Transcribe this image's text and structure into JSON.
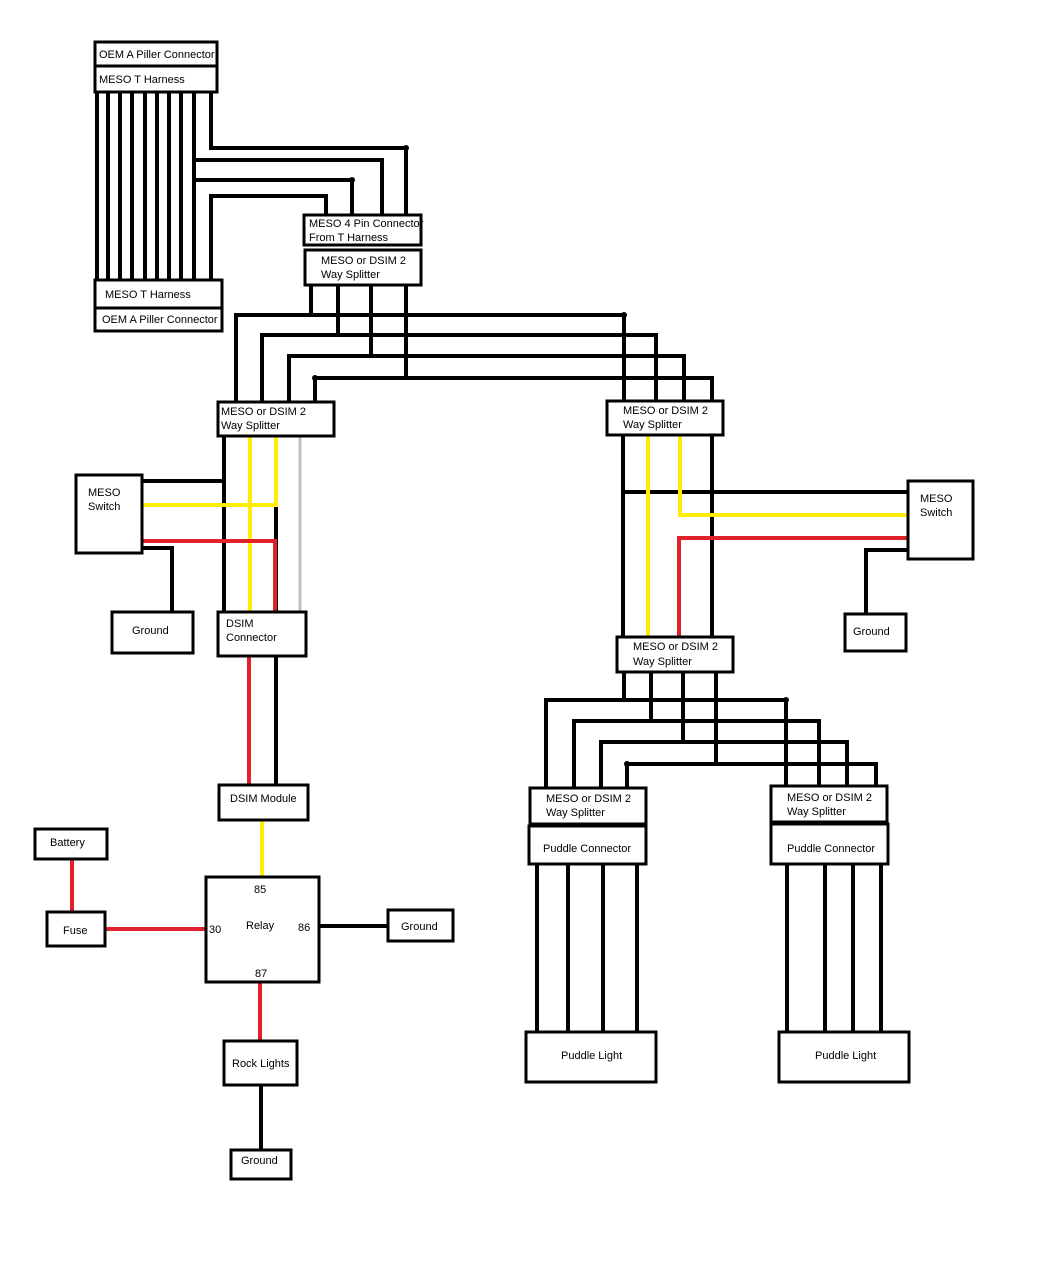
{
  "labels": {
    "oem_a_piller_top": "OEM A Piller Connector",
    "meso_t_harness_top": "MESO T Harness",
    "meso_t_harness_bottom": "MESO T Harness",
    "oem_a_piller_bottom": "OEM A Piller Connector",
    "meso_4pin_line1": "MESO 4 Pin Connector",
    "meso_4pin_line2": "From T Harness",
    "splitter_top_line1": "MESO or DSIM 2",
    "splitter_top_line2": "Way Splitter",
    "splitter_left_line1": "MESO or DSIM 2",
    "splitter_left_line2": "Way Splitter",
    "splitter_right_line1": "MESO or DSIM 2",
    "splitter_right_line2": "Way Splitter",
    "meso_switch_left_line1": "MESO",
    "meso_switch_left_line2": "Switch",
    "meso_switch_right_line1": "MESO",
    "meso_switch_right_line2": "Switch",
    "ground_left": "Ground",
    "ground_right": "Ground",
    "dsim_connector_line1": "DSIM",
    "dsim_connector_line2": "Connector",
    "splitter_mid_right_line1": "MESO or DSIM 2",
    "splitter_mid_right_line2": "Way Splitter",
    "dsim_module": "DSIM Module",
    "splitter_puddle_left_line1": "MESO or DSIM 2",
    "splitter_puddle_left_line2": "Way Splitter",
    "splitter_puddle_right_line1": "MESO or DSIM 2",
    "splitter_puddle_right_line2": "Way Splitter",
    "puddle_connector_left": "Puddle Connector",
    "puddle_connector_right": "Puddle Connector",
    "battery": "Battery",
    "fuse": "Fuse",
    "relay": "Relay",
    "relay_pin_85": "85",
    "relay_pin_30": "30",
    "relay_pin_86": "86",
    "relay_pin_87": "87",
    "ground_relay": "Ground",
    "rock_lights": "Rock Lights",
    "ground_rock": "Ground",
    "puddle_light_left": "Puddle Light",
    "puddle_light_right": "Puddle Light"
  },
  "colors": {
    "wire_black": "#000000",
    "wire_yellow": "#ffee00",
    "wire_red": "#e0202a",
    "wire_grey": "#c0c0c0"
  }
}
